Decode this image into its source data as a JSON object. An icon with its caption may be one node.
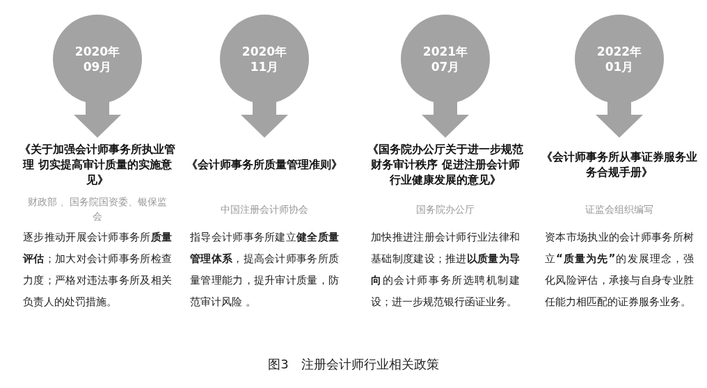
{
  "diagram": {
    "caption": "图3　注册会计师行业相关政策",
    "nodes": [
      {
        "text": [
          "2020年09月"
        ]
      },
      {
        "text": [
          "2020年11月"
        ]
      },
      {
        "text": [
          "2021年07月"
        ]
      },
      {
        "text": [
          "2022年01月"
        ]
      },
      {
        "text": [
          "《关于加强会计师事务所执业管理 切实提高审计质量的实施意见》",
          "财政部 、国务院国资委、银保监会",
          "逐步推动开展会计师事务所**质量评估**；加大对会计师事务所检查力度；严格对违法事务所及相关负责人的处罚措施。"
        ]
      },
      {
        "text": [
          "《会计师事务所质量管理准则》",
          "中国注册会计师协会",
          "指导会计师事务所建立**健全质量管理体系**，提高会计师事务所质量管理能力，提升审计质量，防范审计风险 。"
        ]
      },
      {
        "text": [
          "《国务院办公厅关于进一步规范财务审计秩序 促进注册会计师行业健康发展的意见》",
          "国务院办公厅",
          "加快推进注册会计师行业法律和基础制度建设；推进**以质量为导向**的会计师事务所选聘机制建设；进一步规范银行函证业务。"
        ]
      },
      {
        "text": [
          "《会计师事务所从事证券服务业务合规手册》",
          "证监会组织编写",
          "资本市场执业的会计师事务所树立**“质量为先”**的发展理念，强化风险评估，承接与自身专业胜任能力相匹配的证券服务业务。"
        ]
      }
    ],
    "edges": [
      {
        "from": 0,
        "to": 4,
        "arrow": "to"
      },
      {
        "from": 1,
        "to": 5,
        "arrow": "to"
      },
      {
        "from": 2,
        "to": 6,
        "arrow": "to"
      },
      {
        "from": 3,
        "to": 7,
        "arrow": "to"
      }
    ]
  }
}
